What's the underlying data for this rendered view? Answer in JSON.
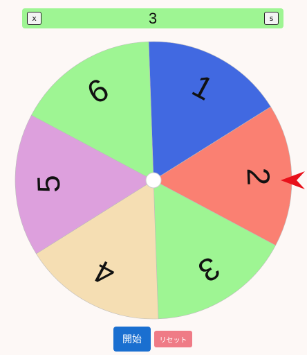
{
  "header": {
    "result": "3",
    "close_label": "x",
    "settings_label": "s"
  },
  "wheel": {
    "pointer_color": "#e8101a",
    "hub_color": "#ffffff",
    "segments": [
      {
        "label": "1",
        "color": "#4169e1"
      },
      {
        "label": "2",
        "color": "#fa8072"
      },
      {
        "label": "3",
        "color": "#9ef593"
      },
      {
        "label": "4",
        "color": "#f5deb3"
      },
      {
        "label": "5",
        "color": "#dda0dd"
      },
      {
        "label": "6",
        "color": "#9ef593"
      }
    ]
  },
  "controls": {
    "start_label": "開始",
    "reset_label": "リセット"
  }
}
